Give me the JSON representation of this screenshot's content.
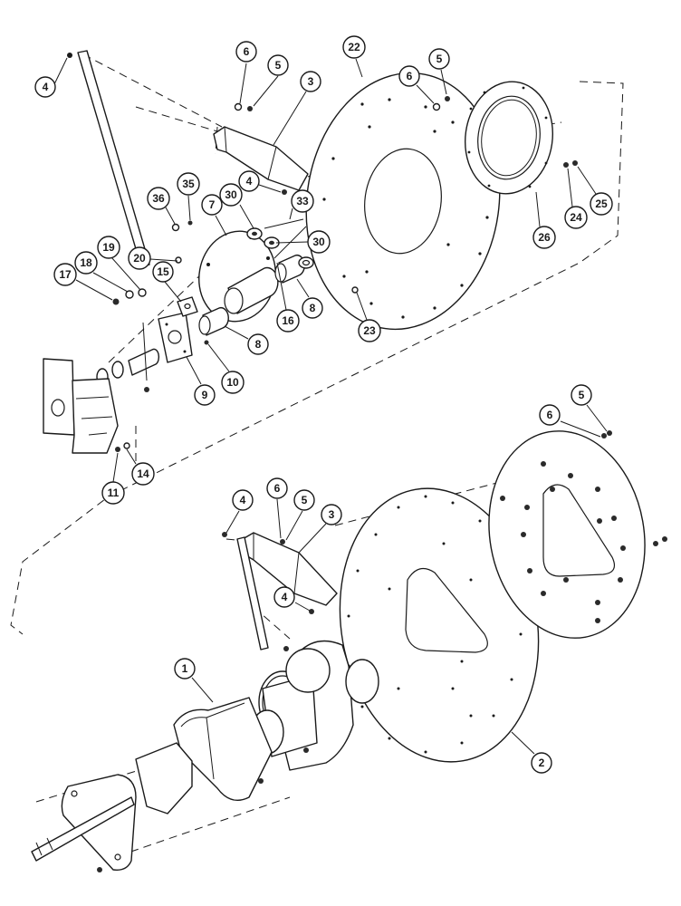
{
  "callouts": {
    "top": [
      {
        "label": "4"
      },
      {
        "label": "6"
      },
      {
        "label": "5"
      },
      {
        "label": "3"
      },
      {
        "label": "22"
      },
      {
        "label": "6"
      },
      {
        "label": "5"
      },
      {
        "label": "36"
      },
      {
        "label": "35"
      },
      {
        "label": "7"
      },
      {
        "label": "30"
      },
      {
        "label": "4"
      },
      {
        "label": "33"
      },
      {
        "label": "30"
      },
      {
        "label": "20"
      },
      {
        "label": "19"
      },
      {
        "label": "18"
      },
      {
        "label": "17"
      },
      {
        "label": "15"
      },
      {
        "label": "16"
      },
      {
        "label": "8"
      },
      {
        "label": "8"
      },
      {
        "label": "10"
      },
      {
        "label": "9"
      },
      {
        "label": "23"
      },
      {
        "label": "26"
      },
      {
        "label": "24"
      },
      {
        "label": "25"
      },
      {
        "label": "11"
      },
      {
        "label": "14"
      }
    ],
    "bottom": [
      {
        "label": "5"
      },
      {
        "label": "6"
      },
      {
        "label": "4"
      },
      {
        "label": "6"
      },
      {
        "label": "5"
      },
      {
        "label": "3"
      },
      {
        "label": "4"
      },
      {
        "label": "1"
      },
      {
        "label": "2"
      }
    ]
  }
}
